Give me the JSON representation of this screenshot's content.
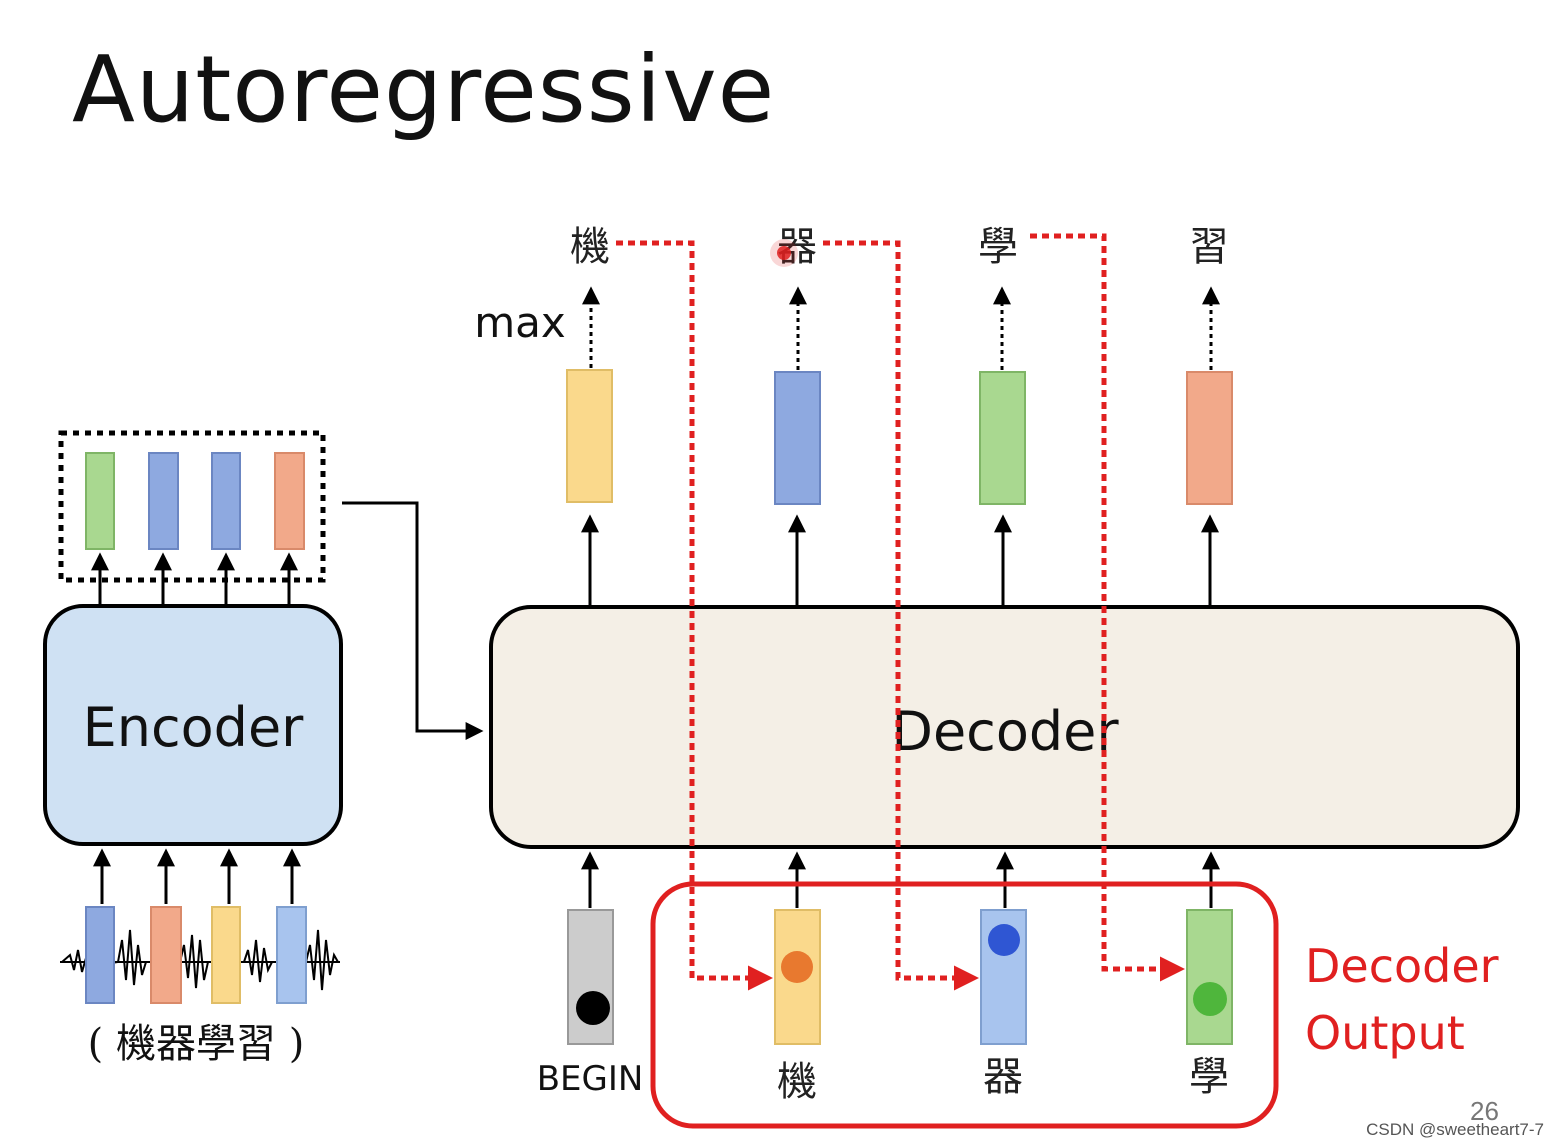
{
  "title": "Autoregressive",
  "encoder": {
    "label": "Encoder",
    "input_caption": "( 機器學習 )",
    "input_vectors": [
      "blue",
      "orange",
      "yellow",
      "blue"
    ],
    "output_vectors": [
      "green",
      "blue",
      "blue",
      "orange"
    ]
  },
  "decoder": {
    "label": "Decoder",
    "outputs": [
      {
        "char": "機",
        "color": "yellow"
      },
      {
        "char": "器",
        "color": "blue"
      },
      {
        "char": "學",
        "color": "green"
      },
      {
        "char": "習",
        "color": "orange"
      }
    ],
    "max_label": "max",
    "begin_label": "BEGIN",
    "inputs": [
      {
        "char": "機",
        "color": "yellow",
        "dot": "#e8792f"
      },
      {
        "char": "器",
        "color": "blue",
        "dot": "#2f56d3"
      },
      {
        "char": "學",
        "color": "green",
        "dot": "#4fb63c"
      }
    ],
    "output_box_label_line1": "Decoder",
    "output_box_label_line2": "Output"
  },
  "colors": {
    "yellow": "#fad98c",
    "blue": "#8ea9e0",
    "lightblue": "#a8c4ee",
    "green": "#a9d890",
    "orange": "#f2a98a",
    "gray": "#cccccc",
    "red": "#e02020",
    "encoder_fill": "#cfe1f3",
    "decoder_fill": "#f4efe6"
  },
  "footer": "CSDN @sweetheart7-7",
  "page_number": "26"
}
